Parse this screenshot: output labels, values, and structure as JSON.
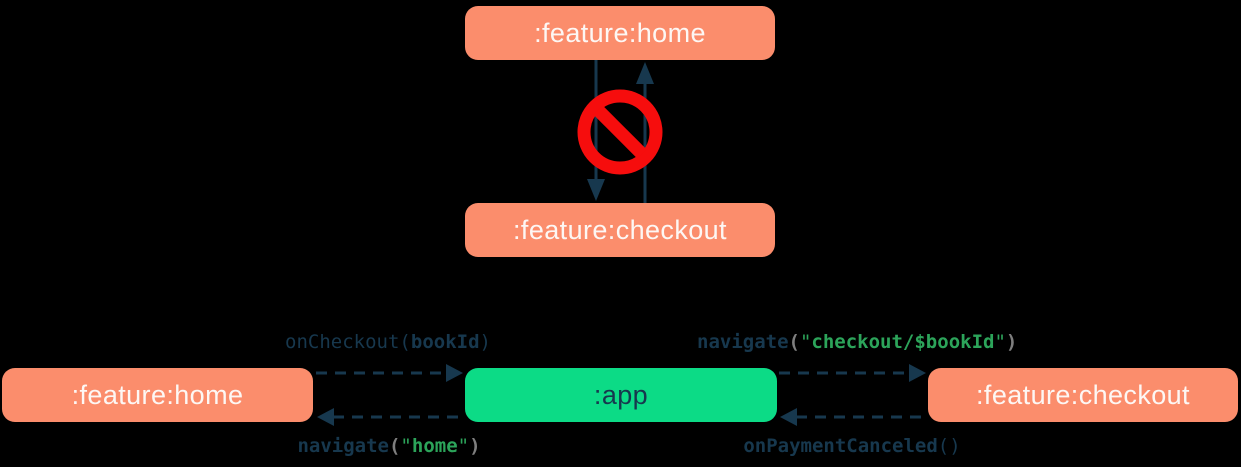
{
  "colors": {
    "background": "#000000",
    "feature_box": "#FB8D6C",
    "app_box": "#0CDB86",
    "navy": "#17384E",
    "no_entry_red": "#F60D0D",
    "code_string_green": "#2CA45A",
    "code_paren_gray": "#7E7E7E",
    "box_text_light": "#FDF7F4"
  },
  "icons": {
    "no_entry": "no-entry-icon"
  },
  "top_diagram": {
    "home_module": ":feature:home",
    "checkout_module": ":feature:checkout"
  },
  "bottom_diagram": {
    "home_module": ":feature:home",
    "app_module": ":app",
    "checkout_module": ":feature:checkout",
    "calls": {
      "on_checkout": {
        "fn": "onCheckout",
        "open": "(",
        "arg": "bookId",
        "close": ")"
      },
      "navigate_checkout": {
        "fn": "navigate",
        "open": "(",
        "oq": "\"",
        "str": "checkout/$bookId",
        "cq": "\"",
        "close": ")"
      },
      "navigate_home": {
        "fn": "navigate",
        "open": "(",
        "oq": "\"",
        "str": "home",
        "cq": "\"",
        "close": ")"
      },
      "on_payment_canceled": {
        "fn": "onPaymentCanceled",
        "parens": "()"
      }
    }
  }
}
